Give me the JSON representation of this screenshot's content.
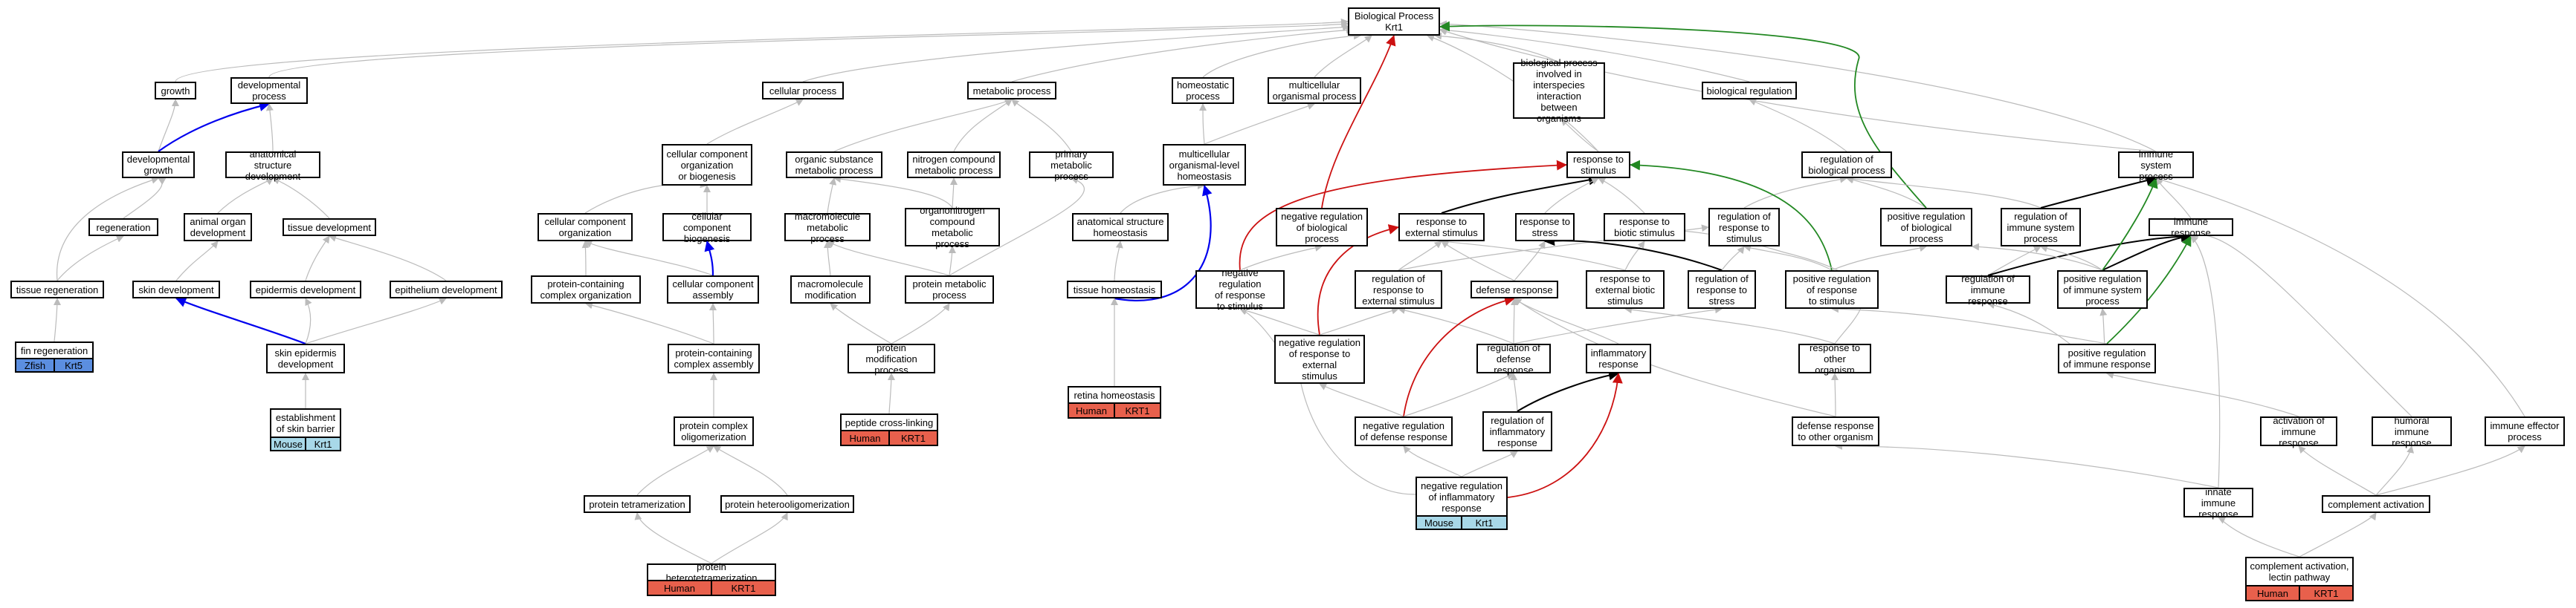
{
  "colors": {
    "human": "#e8604c",
    "mouse": "#a8d8e8",
    "zfish": "#5b8ee0",
    "gray_edge": "#bbbbbb",
    "blue_edge": "#0000ee",
    "red_edge": "#cc1111",
    "green_edge": "#228822",
    "black_edge": "#000000"
  },
  "nodes": {
    "bp": "Biological Process\nKrt1",
    "growth": "growth",
    "devproc": "developmental\nprocess",
    "cellproc": "cellular process",
    "metproc": "metabolic process",
    "homeoproc": "homeostatic\nprocess",
    "multiorg": "multicellular\norganismal process",
    "interspecies": "biological process\ninvolved in\ninterspecies\ninteraction\nbetween organisms",
    "bioreg": "biological regulation",
    "immsys": "immune system\nprocess",
    "devgrowth": "developmental\ngrowth",
    "anatdev": "anatomical structure\ndevelopment",
    "ccorg": "cellular component\norganization\nor biogenesis",
    "orgsub": "organic substance\nmetabolic process",
    "nitro": "nitrogen compound\nmetabolic process",
    "primmet": "primary metabolic\nprocess",
    "mchomeo": "multicellular\norganismal-level\nhomeostasis",
    "respstim": "response to\nstimulus",
    "regbio": "regulation of\nbiological process",
    "regen": "regeneration",
    "animorg": "animal organ\ndevelopment",
    "tissuedev": "tissue development",
    "cco": "cellular component\norganization",
    "ccb": "cellular component\nbiogenesis",
    "macromol": "macromolecule\nmetabolic process",
    "orgnitro": "organonitrogen\ncompound metabolic\nprocess",
    "anathomeo": "anatomical structure\nhomeostasis",
    "negregbio": "negative regulation\nof biological\nprocess",
    "respext": "response to\nexternal stimulus",
    "respstress": "response to\nstress",
    "respbiotic": "response to\nbiotic stimulus",
    "regresp": "regulation of\nresponse to\nstimulus",
    "posregbio": "positive regulation\nof biological\nprocess",
    "regimmsys": "regulation of\nimmune system\nprocess",
    "immresp": "immune response",
    "tissueregen": "tissue regeneration",
    "skindev": "skin development",
    "epidev": "epidermis development",
    "epithdev": "epithelium development",
    "protcontorg": "protein-containing\ncomplex organization",
    "ccassembly": "cellular component\nassembly",
    "macromod": "macromolecule\nmodification",
    "protmet": "protein metabolic\nprocess",
    "tissuehomeo": "tissue homeostasis",
    "negregresp": "negative regulation\nof response\nto stimulus",
    "regrespext": "regulation of\nresponse to\nexternal stimulus",
    "defresp": "defense response",
    "respextbiotic": "response to\nexternal biotic\nstimulus",
    "regrespstress": "regulation of\nresponse to\nstress",
    "posregresp": "positive regulation\nof response\nto stimulus",
    "regimmresp": "regulation of\nimmune response",
    "posregimmsys": "positive regulation\nof immune system\nprocess",
    "finregen": "fin regeneration",
    "skinepi": "skin epidermis\ndevelopment",
    "protcontassembly": "protein-containing\ncomplex assembly",
    "protmod": "protein modification\nprocess",
    "retina": "retina homeostasis",
    "negregrespext": "negative regulation\nof response to\nexternal\nstimulus",
    "regdef": "regulation of\ndefense response",
    "inflam": "inflammatory\nresponse",
    "respother": "response to\nother organism",
    "posregimmresp": "positive regulation\nof immune response",
    "estab": "establishment\nof skin barrier",
    "protoligo": "protein complex\noligomerization",
    "peptide": "peptide cross-linking",
    "negregdef": "negative regulation\nof defense response",
    "reginflam": "regulation of\ninflammatory\nresponse",
    "defother": "defense response\nto other organism",
    "activimm": "activation of\nimmune response",
    "humoral": "humoral immune\nresponse",
    "immeff": "immune effector\nprocess",
    "prottetra": "protein tetramerization",
    "prothetero": "protein heterooligomerization",
    "negreginflam": "negative regulation\nof inflammatory\nresponse",
    "innate": "innate immune\nresponse",
    "complement": "complement activation",
    "prothettetra": "protein heterotetramerization",
    "lectin": "complement activation,\nlectin pathway"
  },
  "tags": {
    "finregen": [
      "Zfish",
      "Krt5"
    ],
    "estab": [
      "Mouse",
      "Krt1"
    ],
    "retina": [
      "Human",
      "KRT1"
    ],
    "peptide": [
      "Human",
      "KRT1"
    ],
    "negreginflam": [
      "Mouse",
      "Krt1"
    ],
    "prothettetra": [
      "Human",
      "KRT1"
    ],
    "lectin": [
      "Human",
      "KRT1"
    ]
  }
}
